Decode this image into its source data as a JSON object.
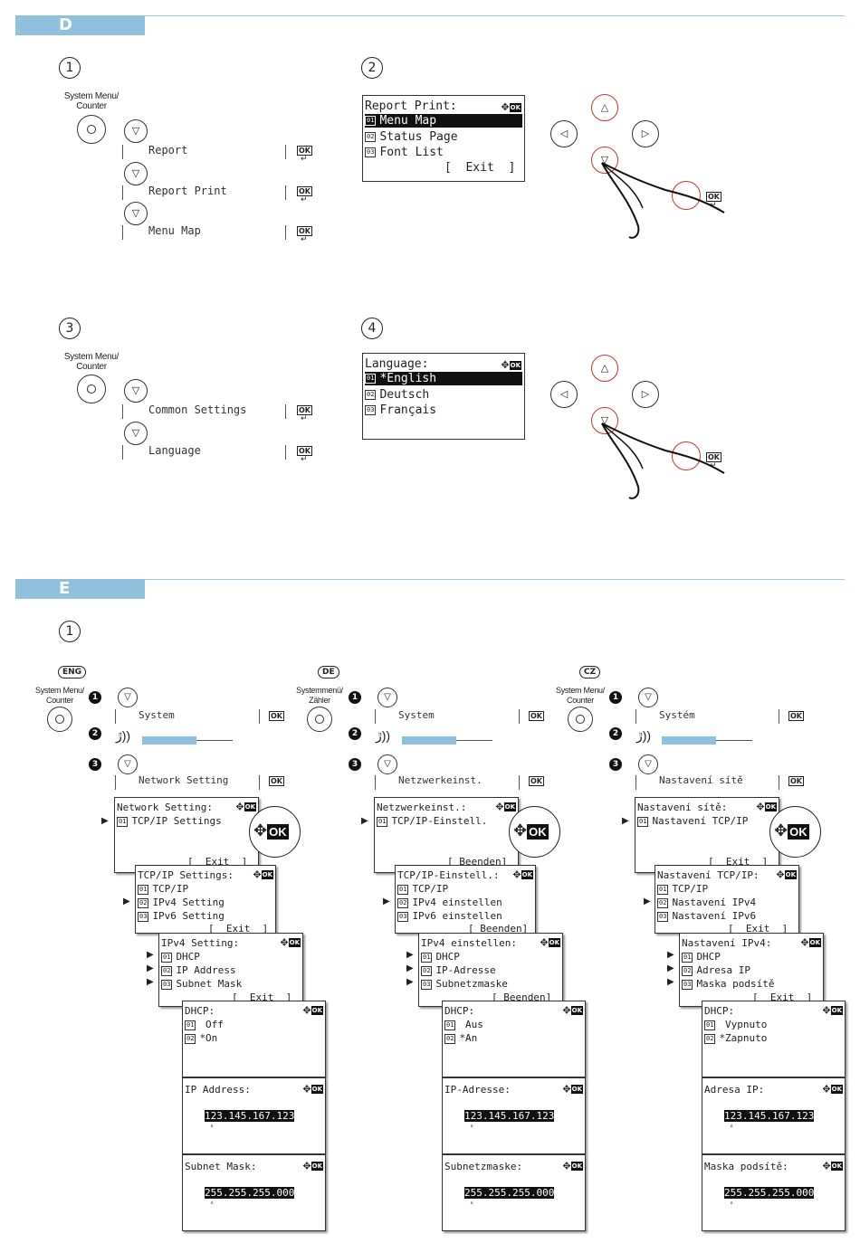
{
  "sections": {
    "d": "D",
    "e": "E"
  },
  "steps": {
    "one": "1",
    "two": "2",
    "three": "3",
    "four": "4"
  },
  "labels": {
    "system_menu_counter": "System Menu/\nCounter",
    "systemmenu_zahler": "Systemmenü/\nZähler"
  },
  "d1": {
    "items": [
      "Report",
      "Report Print",
      "Menu Map"
    ]
  },
  "d2_screen": {
    "title": "Report Print:",
    "rows": [
      {
        "num": "01",
        "text": "Menu Map"
      },
      {
        "num": "02",
        "text": "Status Page"
      },
      {
        "num": "03",
        "text": "Font List"
      }
    ],
    "footer": "[  Exit  ]"
  },
  "d3": {
    "items": [
      "Common Settings",
      "Language"
    ]
  },
  "d4_screen": {
    "title": "Language:",
    "rows": [
      {
        "num": "01",
        "text": "*English"
      },
      {
        "num": "02",
        "text": "Deutsch"
      },
      {
        "num": "03",
        "text": "Français"
      }
    ]
  },
  "ok": "OK",
  "bullets": [
    "1",
    "2",
    "3"
  ],
  "eng": {
    "badge": "ENG",
    "system": "System",
    "network": "Network Setting",
    "s1_title": "Network Setting:",
    "s1_row": "TCP/IP Settings",
    "s1_footer": "[  Exit  ]",
    "s2_title": "TCP/IP Settings:",
    "s2_rows": [
      "TCP/IP",
      "IPv4 Setting",
      "IPv6 Setting"
    ],
    "s2_footer": "[  Exit  ]",
    "s3_title": "IPv4 Setting:",
    "s3_rows": [
      "DHCP",
      "IP Address",
      "Subnet Mask"
    ],
    "s3_footer": "[  Exit  ]",
    "s4_title": "DHCP:",
    "s4_rows": [
      " Off",
      "*On"
    ],
    "s5_title": "IP Address:",
    "ip": "123.145.167.123",
    "s6_title": "Subnet Mask:",
    "mask": "255.255.255.000"
  },
  "de": {
    "badge": "DE",
    "system": "System",
    "network": "Netzwerkeinst.",
    "s1_title": "Netzwerkeinst.:",
    "s1_row": "TCP/IP-Einstell.",
    "s1_footer": "[ Beenden]",
    "s2_title": "TCP/IP-Einstell.:",
    "s2_rows": [
      "TCP/IP",
      "IPv4 einstellen",
      "IPv6 einstellen"
    ],
    "s2_footer": "[ Beenden]",
    "s3_title": "IPv4 einstellen:",
    "s3_rows": [
      "DHCP",
      "IP-Adresse",
      "Subnetzmaske"
    ],
    "s3_footer": "[ Beenden]",
    "s4_title": "DHCP:",
    "s4_rows": [
      " Aus",
      "*An"
    ],
    "s5_title": "IP-Adresse:",
    "ip": "123.145.167.123",
    "s6_title": "Subnetzmaske:",
    "mask": "255.255.255.000"
  },
  "cz": {
    "badge": "CZ",
    "system": "Systém",
    "network": "Nastavení sítě",
    "s1_title": "Nastavení sítě:",
    "s1_row": "Nastavení TCP/IP",
    "s1_footer": "[  Exit  ]",
    "s2_title": "Nastavení TCP/IP:",
    "s2_rows": [
      "TCP/IP",
      "Nastavení IPv4",
      "Nastavení IPv6"
    ],
    "s2_footer": "[  Exit  ]",
    "s3_title": "Nastavení IPv4:",
    "s3_rows": [
      "DHCP",
      "Adresa IP",
      "Maska podsítě"
    ],
    "s3_footer": "[  Exit  ]",
    "s4_title": "DHCP:",
    "s4_rows": [
      " Vypnuto",
      "*Zapnuto"
    ],
    "s5_title": "Adresa IP:",
    "ip": "123.145.167.123",
    "s6_title": "Maska podsítě:",
    "mask": "255.255.255.000"
  },
  "colors": {
    "accent": "#8fc1dc",
    "rule": "#9cc8df"
  }
}
